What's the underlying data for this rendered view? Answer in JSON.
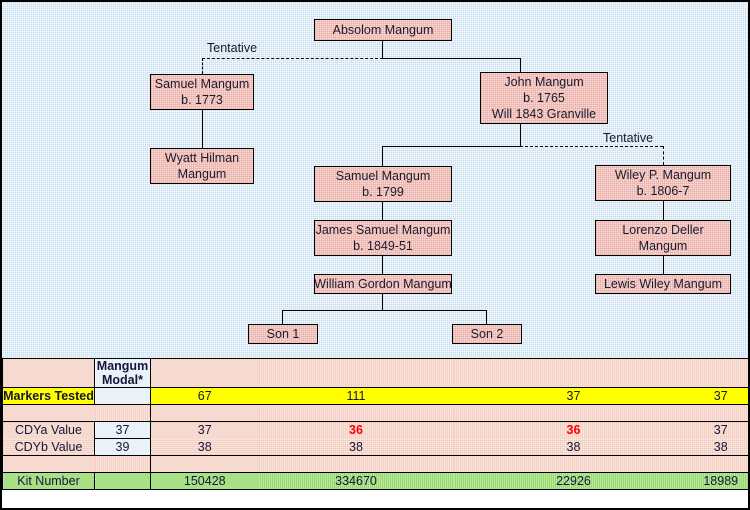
{
  "colors": {
    "tree_background": "#c5dcee",
    "box_fill": "#f5ddd9",
    "table_cream": "#fbeee8",
    "table_blue": "#d3e4f2",
    "highlight_yellow": "#ffff00",
    "kit_green": "#7fd14d",
    "mismatch_red": "#ff0000",
    "border": "#000000"
  },
  "tree": {
    "labels": {
      "tentative_left": "Tentative",
      "tentative_right": "Tentative"
    },
    "people": {
      "absolom": {
        "lines": [
          "Absolom Mangum"
        ]
      },
      "samuel1773": {
        "lines": [
          "Samuel Mangum",
          "b. 1773"
        ]
      },
      "wyatt": {
        "lines": [
          "Wyatt Hilman",
          "Mangum"
        ]
      },
      "john1765": {
        "lines": [
          "John Mangum",
          "b. 1765",
          "Will 1843 Granville"
        ]
      },
      "samuel1799": {
        "lines": [
          "Samuel Mangum",
          "b. 1799"
        ]
      },
      "james1849": {
        "lines": [
          "James Samuel Mangum",
          "b. 1849-51"
        ]
      },
      "williamgordon": {
        "lines": [
          "William Gordon Mangum"
        ]
      },
      "son1": {
        "lines": [
          "Son 1"
        ]
      },
      "son2": {
        "lines": [
          "Son 2"
        ]
      },
      "wiley1806": {
        "lines": [
          "Wiley P. Mangum",
          "b. 1806-7"
        ]
      },
      "lorenzo": {
        "lines": [
          "Lorenzo Deller",
          "Mangum"
        ]
      },
      "lewiswiley": {
        "lines": [
          "Lewis Wiley Mangum"
        ]
      }
    }
  },
  "table": {
    "header": {
      "modal_line1": "Mangum",
      "modal_line2": "Modal*"
    },
    "rows": {
      "markers_tested": {
        "label": "Markers Tested",
        "modal": "",
        "values": [
          "67",
          "111",
          "37",
          "37"
        ]
      },
      "cdya": {
        "label": "CDYa Value",
        "modal": "37",
        "values": [
          "37",
          "36",
          "36",
          "37"
        ],
        "flags": [
          false,
          true,
          true,
          false
        ]
      },
      "cdyb": {
        "label": "CDYb Value",
        "modal": "39",
        "values": [
          "38",
          "38",
          "38",
          "38"
        ],
        "flags": [
          false,
          false,
          false,
          false
        ]
      },
      "kit_number": {
        "label": "Kit Number",
        "modal": "",
        "values": [
          "150428",
          "334670",
          "22926",
          "18989"
        ]
      }
    }
  }
}
